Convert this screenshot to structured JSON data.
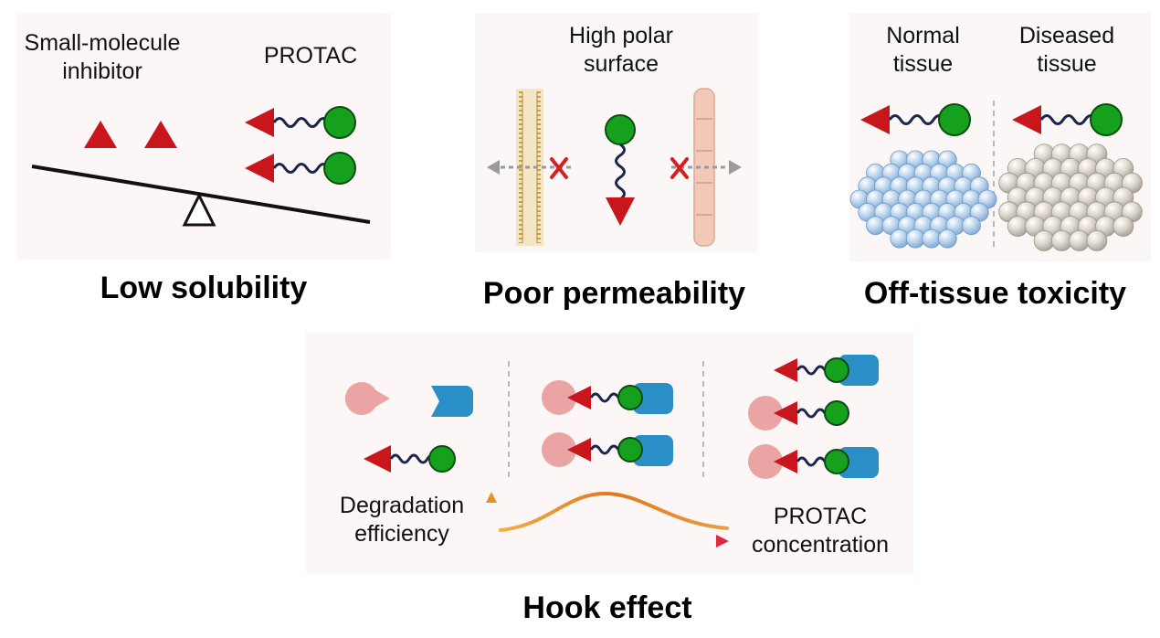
{
  "panels": {
    "solubility": {
      "left_label": "Small-molecule inhibitor",
      "right_label": "PROTAC",
      "title": "Low solubility"
    },
    "permeability": {
      "top_label": "High polar surface",
      "title": "Poor permeability"
    },
    "toxicity": {
      "left_label": "Normal tissue",
      "right_label": "Diseased tissue",
      "title": "Off-tissue toxicity"
    },
    "hook": {
      "y_label": "Degradation efficiency",
      "x_label": "PROTAC concentration",
      "title": "Hook effect"
    }
  },
  "colors": {
    "warhead": "#c8161c",
    "e3_ligand": "#15a11e",
    "linker": "#1b2550",
    "e3_ligase": "#eaa4a4",
    "target_protein": "#2a8fc7",
    "curve": "#e3902a",
    "concentration_arrow": "#e03040",
    "normal_cells": "#a8c8e8",
    "diseased_cells": "#d0c8be"
  }
}
